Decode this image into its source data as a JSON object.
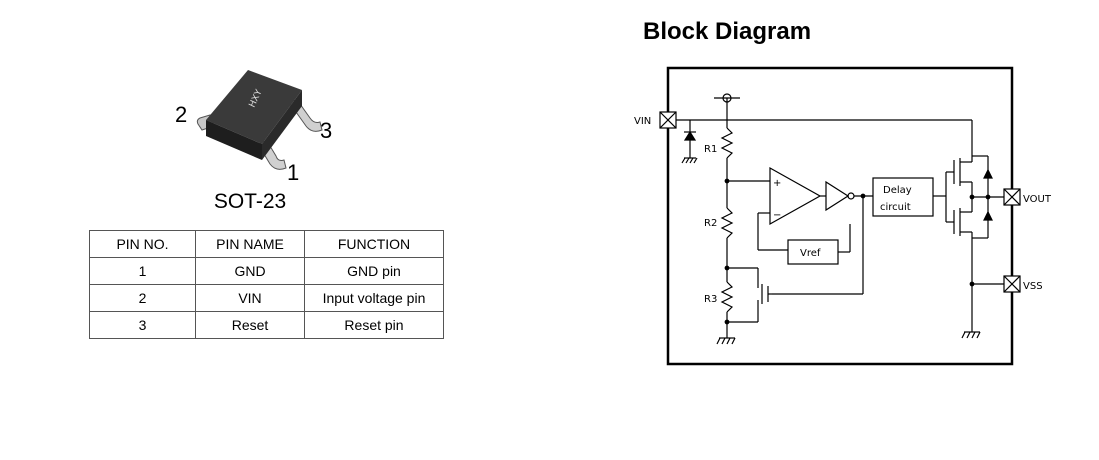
{
  "package": {
    "name": "SOT-23",
    "marking": "HXY",
    "pin_labels": [
      "2",
      "3",
      "1"
    ]
  },
  "pin_table": {
    "headers": [
      "PIN NO.",
      "PIN NAME",
      "FUNCTION"
    ],
    "rows": [
      [
        "1",
        "GND",
        "GND pin"
      ],
      [
        "2",
        "VIN",
        "Input voltage pin"
      ],
      [
        "3",
        "Reset",
        "Reset pin"
      ]
    ]
  },
  "block_diagram": {
    "title": "Block Diagram",
    "vin": "VIN",
    "vout": "VOUT",
    "vss": "VSS",
    "r1": "R1",
    "r2": "R2",
    "r3": "R3",
    "plus": "+",
    "minus": "−",
    "vref": "Vref",
    "delay_line1": "Delay",
    "delay_line2": "circuit"
  }
}
